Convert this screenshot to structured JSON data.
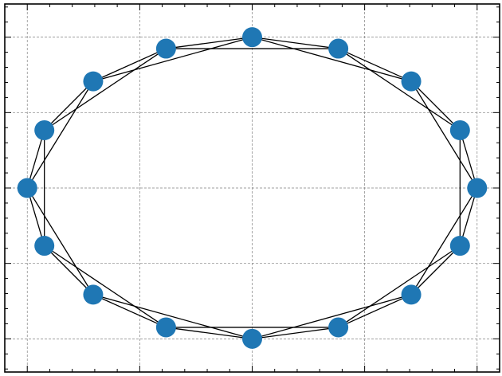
{
  "chart_data": {
    "type": "scatter",
    "title": "",
    "xlabel": "",
    "ylabel": "",
    "xlim": [
      -1.1,
      1.1
    ],
    "ylim": [
      -1.22,
      1.22
    ],
    "grid": true,
    "legend": "none",
    "tick_labels_visible": false,
    "x_major_ticks": [
      -1.0,
      -0.5,
      0.0,
      0.5,
      1.0
    ],
    "y_major_ticks": [
      -1.0,
      -0.5,
      0.0,
      0.5,
      1.0
    ],
    "x_minor_step": 0.1,
    "y_minor_step": 0.1,
    "nodes": [
      {
        "x": 1.0,
        "y": 0.0
      },
      {
        "x": 0.924,
        "y": 0.383
      },
      {
        "x": 0.707,
        "y": 0.707
      },
      {
        "x": 0.383,
        "y": 0.924
      },
      {
        "x": 0.0,
        "y": 1.0
      },
      {
        "x": -0.383,
        "y": 0.924
      },
      {
        "x": -0.707,
        "y": 0.707
      },
      {
        "x": -0.924,
        "y": 0.383
      },
      {
        "x": -1.0,
        "y": 0.0
      },
      {
        "x": -0.924,
        "y": -0.383
      },
      {
        "x": -0.707,
        "y": -0.707
      },
      {
        "x": -0.383,
        "y": -0.924
      },
      {
        "x": 0.0,
        "y": -1.0
      },
      {
        "x": 0.383,
        "y": -0.924
      },
      {
        "x": 0.707,
        "y": -0.707
      },
      {
        "x": 0.924,
        "y": -0.383
      }
    ],
    "edges": [
      [
        0,
        1
      ],
      [
        1,
        2
      ],
      [
        2,
        3
      ],
      [
        3,
        4
      ],
      [
        4,
        5
      ],
      [
        5,
        6
      ],
      [
        6,
        7
      ],
      [
        7,
        8
      ],
      [
        8,
        9
      ],
      [
        9,
        10
      ],
      [
        10,
        11
      ],
      [
        11,
        12
      ],
      [
        12,
        13
      ],
      [
        13,
        14
      ],
      [
        14,
        15
      ],
      [
        15,
        0
      ],
      [
        0,
        2
      ],
      [
        1,
        3
      ],
      [
        2,
        4
      ],
      [
        3,
        5
      ],
      [
        4,
        6
      ],
      [
        5,
        7
      ],
      [
        6,
        8
      ],
      [
        7,
        9
      ],
      [
        8,
        10
      ],
      [
        9,
        11
      ],
      [
        10,
        12
      ],
      [
        11,
        13
      ],
      [
        12,
        14
      ],
      [
        13,
        15
      ],
      [
        14,
        0
      ],
      [
        15,
        1
      ]
    ],
    "colors": {
      "node": "#1f77b4",
      "edge": "#000000",
      "grid": "#808080",
      "frame": "#000000"
    }
  }
}
